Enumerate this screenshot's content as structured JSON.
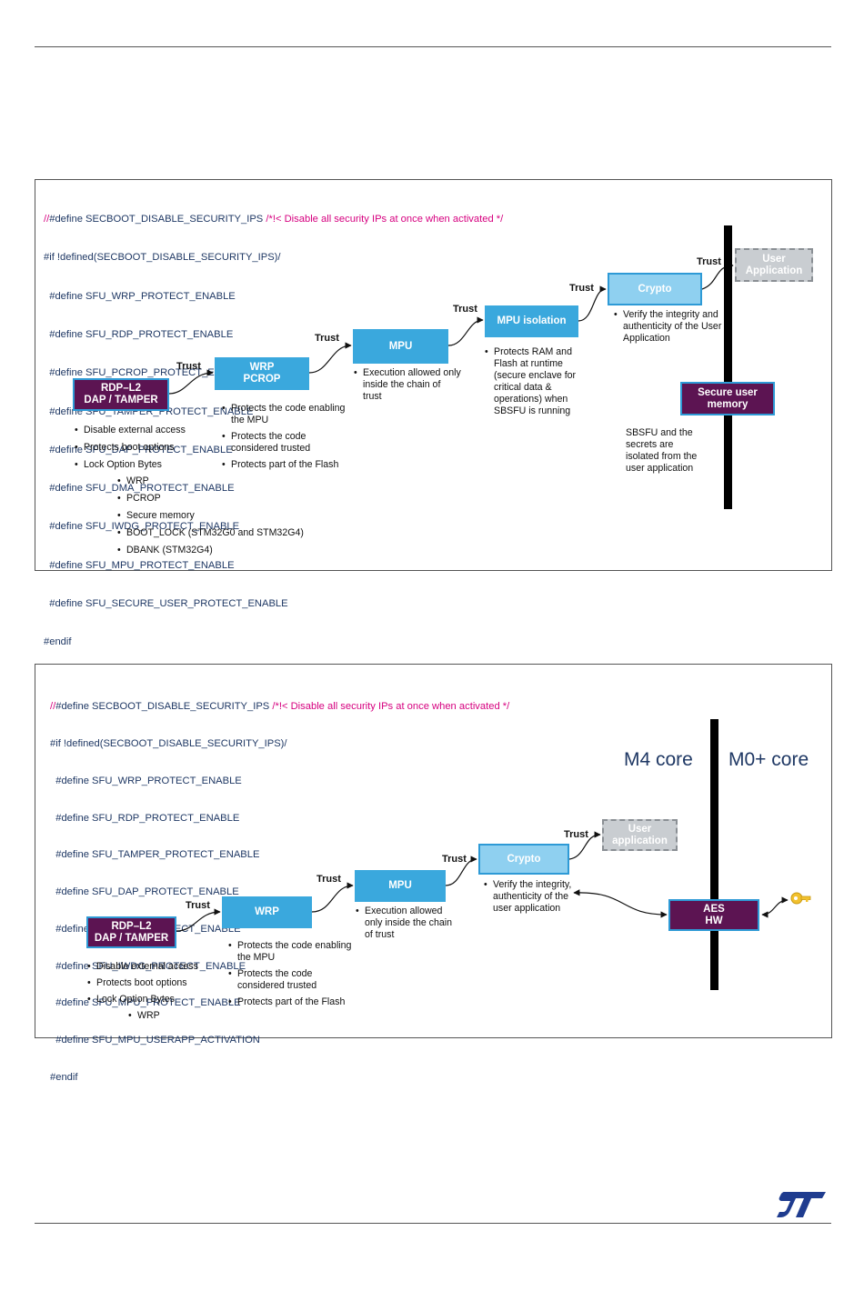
{
  "diagram1": {
    "code": {
      "line1_comment": "//",
      "line1_define": "#define SECBOOT_DISABLE_SECURITY_IPS ",
      "line1_note": "/*!< Disable all security IPs at once when activated */",
      "line2": "#if !defined(SECBOOT_DISABLE_SECURITY_IPS)/",
      "defines": [
        "  #define SFU_WRP_PROTECT_ENABLE",
        "  #define SFU_RDP_PROTECT_ENABLE",
        "  #define SFU_PCROP_PROTECT_ENABLE",
        "  #define SFU_TAMPER_PROTECT_ENABLE",
        "  #define SFU_DAP_PROTECT_ENABLE",
        "  #define SFU_DMA_PROTECT_ENABLE",
        "  #define SFU_IWDG_PROTECT_ENABLE",
        "  #define SFU_MPU_PROTECT_ENABLE",
        "  #define SFU_SECURE_USER_PROTECT_ENABLE"
      ],
      "endif": "#endif"
    },
    "boxes": {
      "rdp": "RDP–L2\nDAP / TAMPER",
      "wrp": "WRP\nPCROP",
      "mpu": "MPU",
      "mpu_isolation": "MPU isolation",
      "crypto": "Crypto",
      "user_app": "User\nApplication",
      "secure_mem": "Secure user\nmemory"
    },
    "trust": "Trust",
    "rdp_bullets": [
      "Disable external access",
      "Protects boot options",
      "Lock Option Bytes"
    ],
    "rdp_sub_bullets": [
      "WRP",
      "PCROP",
      "Secure memory",
      "BOOT_LOCK  (STM32G0 and STM32G4)",
      "DBANK (STM32G4)"
    ],
    "wrp_bullets": [
      "Protects the code enabling the MPU",
      "Protects the code considered trusted",
      "Protects part of the Flash"
    ],
    "mpu_bullets": [
      "Execution allowed only inside the chain of trust"
    ],
    "iso_bullets": [
      "Protects RAM and Flash at runtime (secure enclave for critical data & operations) when SBSFU is running"
    ],
    "crypto_bullets": [
      "Verify the integrity and authenticity of the User Application"
    ],
    "sbsfu_note": "SBSFU and the\nsecrets are\nisolated from the\nuser application"
  },
  "diagram2": {
    "code": {
      "line1_comment": "//",
      "line1_define": "#define SECBOOT_DISABLE_SECURITY_IPS ",
      "line1_note": "/*!< Disable all security IPs at once when activated */",
      "line2": "#if !defined(SECBOOT_DISABLE_SECURITY_IPS)/",
      "defines": [
        "  #define SFU_WRP_PROTECT_ENABLE",
        "  #define SFU_RDP_PROTECT_ENABLE",
        "  #define SFU_TAMPER_PROTECT_ENABLE",
        "  #define SFU_DAP_PROTECT_ENABLE",
        "  #define SFU_DMA_PROTECT_ENABLE",
        "  #define SFU_IWDG_PROTECT_ENABLE",
        "  #define SFU_MPU_PROTECT_ENABLE",
        "  #define SFU_MPU_USERAPP_ACTIVATION"
      ],
      "endif": "#endif"
    },
    "m4_core": "M4 core",
    "m0_core": "M0+ core",
    "boxes": {
      "rdp": "RDP–L2\nDAP / TAMPER",
      "wrp": "WRP",
      "mpu": "MPU",
      "crypto": "Crypto",
      "user_app": "User\napplication",
      "aes": "AES\nHW"
    },
    "trust": "Trust",
    "rdp_bullets": [
      "Disable external access",
      "Protects boot options",
      "Lock Option Bytes"
    ],
    "rdp_sub_bullets": [
      "WRP"
    ],
    "wrp_bullets": [
      "Protects the code enabling the MPU",
      "Protects the code considered trusted",
      "Protects part of the Flash"
    ],
    "mpu_bullets": [
      "Execution allowed only inside the chain of trust"
    ],
    "crypto_bullets": [
      "Verify the integrity, authenticity of the user application"
    ]
  },
  "logo": "ST",
  "colors": {
    "purple": "#5c1452",
    "blue": "#3aa8dd",
    "light_blue": "#8fd0f0",
    "grey": "#c9cdd1",
    "code": "#1f3864",
    "pink": "#d6007f",
    "key": "#f2c12e"
  }
}
